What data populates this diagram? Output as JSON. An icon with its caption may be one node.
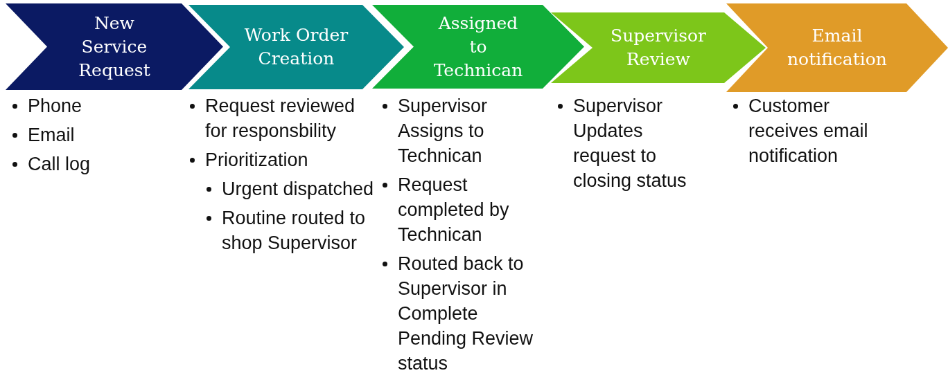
{
  "diagram": {
    "nodes": [
      {
        "text": [
          "New Service Request"
        ],
        "beside": [
          "Phone",
          "Email",
          "Call log"
        ]
      },
      {
        "text": [
          "Work Order Creation"
        ],
        "beside": [
          "Request reviewed for responsbility",
          "Prioritization",
          "Urgent dispatched",
          "Routine routed to shop Supervisor"
        ]
      },
      {
        "text": [
          "Assigned to Technican"
        ],
        "beside": [
          "Supervisor Assigns to Technican",
          "Request completed by Technican",
          "Routed back to Supervisor in Complete Pending Review status"
        ]
      },
      {
        "text": [
          "Supervisor Review"
        ],
        "beside": [
          "Supervisor Updates request to closing status"
        ]
      },
      {
        "text": [
          "Email notification"
        ],
        "beside": [
          "Customer receives email notification"
        ]
      }
    ]
  }
}
